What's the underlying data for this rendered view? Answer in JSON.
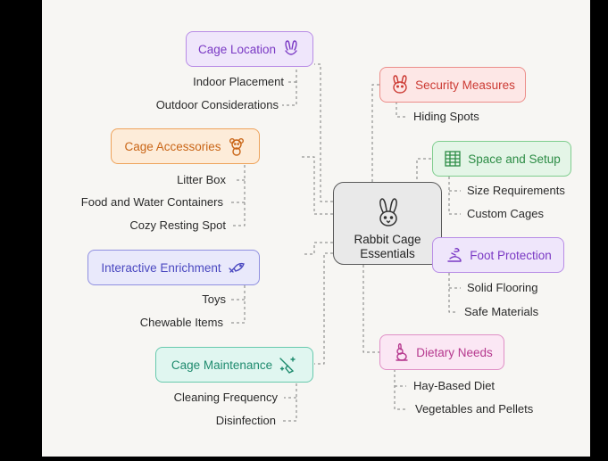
{
  "center": {
    "title": "Rabbit Cage\nEssentials",
    "icon": "rabbit-icon"
  },
  "branches": {
    "cage_location": {
      "label": "Cage Location",
      "icon": "bunny-ears-icon",
      "color": "#b88ce6",
      "items": [
        "Indoor Placement",
        "Outdoor Considerations"
      ]
    },
    "cage_accessories": {
      "label": "Cage Accessories",
      "icon": "teddy-bear-icon",
      "color": "#eea35b",
      "items": [
        "Litter Box",
        "Food and Water Containers",
        "Cozy Resting Spot"
      ]
    },
    "interactive_enrichment": {
      "label": "Interactive Enrichment",
      "icon": "toy-fish-icon",
      "color": "#8f8fe0",
      "items": [
        "Toys",
        "Chewable Items"
      ]
    },
    "cage_maintenance": {
      "label": "Cage Maintenance",
      "icon": "sparkle-broom-icon",
      "color": "#67c9ad",
      "items": [
        "Cleaning Frequency",
        "Disinfection"
      ]
    },
    "security_measures": {
      "label": "Security Measures",
      "icon": "rabbit-face-icon",
      "color": "#ec8d89",
      "items": [
        "Hiding Spots"
      ]
    },
    "space_and_setup": {
      "label": "Space and Setup",
      "icon": "building-icon",
      "color": "#7fcd8e",
      "items": [
        "Size Requirements",
        "Custom Cages"
      ]
    },
    "foot_protection": {
      "label": "Foot Protection",
      "icon": "foot-icon",
      "color": "#b88ce6",
      "items": [
        "Solid Flooring",
        "Safe Materials"
      ]
    },
    "dietary_needs": {
      "label": "Dietary Needs",
      "icon": "sitting-rabbit-icon",
      "color": "#e08fc6",
      "items": [
        "Hay-Based Diet",
        "Vegetables and Pellets"
      ]
    }
  }
}
